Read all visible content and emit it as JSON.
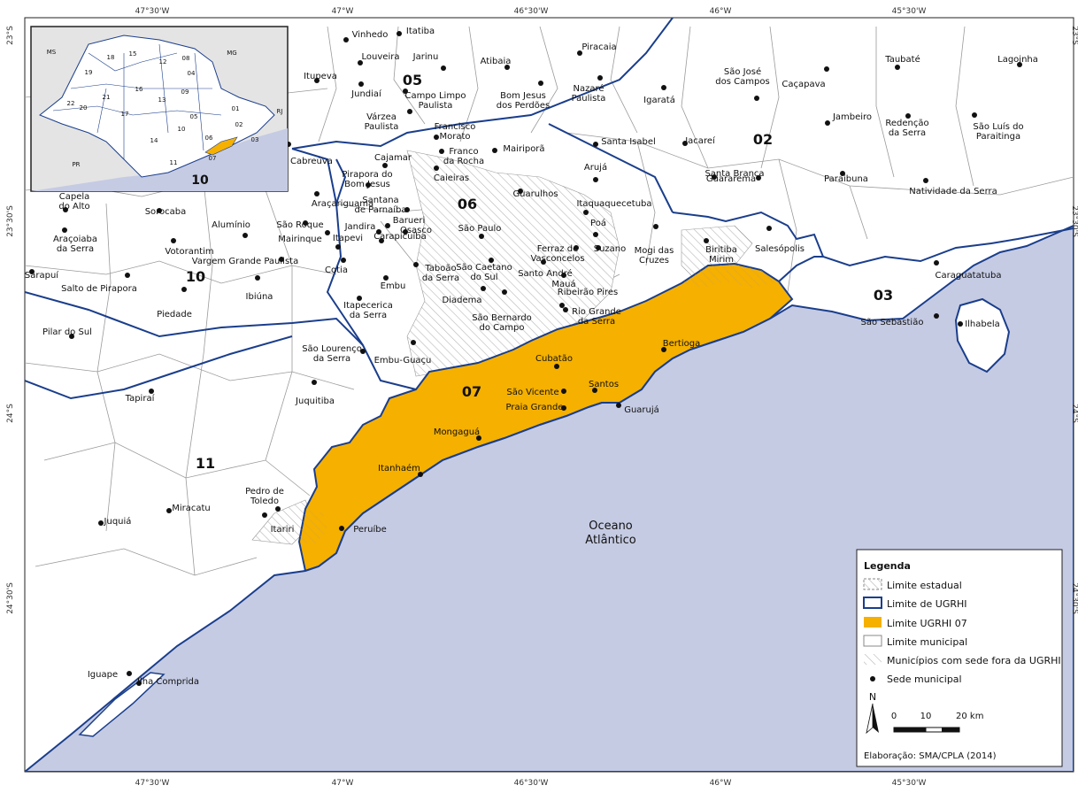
{
  "colors": {
    "ocean": "#c5cbe3",
    "ugrhi07": "#f5b000",
    "ugrhi_border": "#1a3e8c",
    "municipal": "#8a8a8a",
    "land": "#ffffff"
  },
  "graticule": {
    "top": [
      "47°30'W",
      "47°W",
      "46°30'W",
      "46°W",
      "45°30'W"
    ],
    "bottom": [
      "47°30'W",
      "47°W",
      "46°30'W",
      "46°W",
      "45°30'W"
    ],
    "left": [
      "23°S",
      "23°30'S",
      "24°S",
      "24°30'S"
    ],
    "right": [
      "23°S",
      "23°30'S",
      "24°S",
      "24°30'S"
    ]
  },
  "ugrhi_labels": [
    {
      "id": "05",
      "label": "05"
    },
    {
      "id": "06",
      "label": "06"
    },
    {
      "id": "02",
      "label": "02"
    },
    {
      "id": "10",
      "label": "10"
    },
    {
      "id": "03",
      "label": "03"
    },
    {
      "id": "07",
      "label": "07"
    },
    {
      "id": "11",
      "label": "11"
    }
  ],
  "ocean_label": [
    "Oceano",
    "Atlântico"
  ],
  "cities": [
    {
      "n": "Vinhedo"
    },
    {
      "n": "Itatiba"
    },
    {
      "n": "Louveira"
    },
    {
      "n": "Jarinu"
    },
    {
      "n": "Piracaia"
    },
    {
      "n": "Atibaia"
    },
    {
      "n": "Itupeva"
    },
    {
      "n": "Jundiaí"
    },
    {
      "n": "Campo Limpo|Paulista"
    },
    {
      "n": "Bom Jesus|dos Perdões"
    },
    {
      "n": "Nazaré|Paulista"
    },
    {
      "n": "Igaratá"
    },
    {
      "n": "São José|dos Campos"
    },
    {
      "n": "Caçapava"
    },
    {
      "n": "Taubaté"
    },
    {
      "n": "Lagoinha"
    },
    {
      "n": "Várzea|Paulista"
    },
    {
      "n": "Francisco|Morato"
    },
    {
      "n": "Franco|da Rocha"
    },
    {
      "n": "Mairiporã"
    },
    {
      "n": "Santa Isabel"
    },
    {
      "n": "Jacareí"
    },
    {
      "n": "Jambeiro"
    },
    {
      "n": "Redenção|da Serra"
    },
    {
      "n": "São Luís do|Paraitinga"
    },
    {
      "n": "Cabreúva"
    },
    {
      "n": "Cajamar"
    },
    {
      "n": "Caieiras"
    },
    {
      "n": "Pirapora do|Bom Jesus"
    },
    {
      "n": "Arujá"
    },
    {
      "n": "Santa Branca"
    },
    {
      "n": "Guararema"
    },
    {
      "n": "Paraibuna"
    },
    {
      "n": "Natividade da Serra"
    },
    {
      "n": "Guarulhos"
    },
    {
      "n": "Capela|do Alto"
    },
    {
      "n": "Araçariguama"
    },
    {
      "n": "Santana|de Parnaíba"
    },
    {
      "n": "Itaquaquecetuba"
    },
    {
      "n": "Sorocaba"
    },
    {
      "n": "Alumínio"
    },
    {
      "n": "São Roque"
    },
    {
      "n": "Barueri"
    },
    {
      "n": "Jandira"
    },
    {
      "n": "Osasco"
    },
    {
      "n": "São Paulo"
    },
    {
      "n": "Poá"
    },
    {
      "n": "Ferraz de|Vasconcelos"
    },
    {
      "n": "Suzano"
    },
    {
      "n": "Mogi das|Cruzes"
    },
    {
      "n": "Biritiba|Mirim"
    },
    {
      "n": "Salesópolis"
    },
    {
      "n": "Araçoiaba|da Serra"
    },
    {
      "n": "Mairinque"
    },
    {
      "n": "Itapevi"
    },
    {
      "n": "Carapicuíba"
    },
    {
      "n": "Votorantim"
    },
    {
      "n": "Cotia"
    },
    {
      "n": "Vargem Grande Paulista"
    },
    {
      "n": "Taboão|da Serra"
    },
    {
      "n": "São Caetano|do Sul"
    },
    {
      "n": "Santo André"
    },
    {
      "n": "Mauá"
    },
    {
      "n": "Caraguatatuba"
    },
    {
      "n": "Sarapuí"
    },
    {
      "n": "Salto de Pirapora"
    },
    {
      "n": "Ibiúna"
    },
    {
      "n": "Embu"
    },
    {
      "n": "Diadema"
    },
    {
      "n": "Ribeirão Pires"
    },
    {
      "n": "Itapecerica|da Serra"
    },
    {
      "n": "Piedade"
    },
    {
      "n": "São Bernardo|do Campo"
    },
    {
      "n": "Rio Grande|da Serra"
    },
    {
      "n": "São Sebastião"
    },
    {
      "n": "Ilhabela"
    },
    {
      "n": "Pilar do Sul"
    },
    {
      "n": "Bertioga"
    },
    {
      "n": "São Lourenço|da Serra"
    },
    {
      "n": "Embu-Guaçu"
    },
    {
      "n": "Cubatão"
    },
    {
      "n": "São Vicente"
    },
    {
      "n": "Santos"
    },
    {
      "n": "Tapiraí"
    },
    {
      "n": "Juquitiba"
    },
    {
      "n": "Praia Grande"
    },
    {
      "n": "Guarujá"
    },
    {
      "n": "Mongaguá"
    },
    {
      "n": "Itanhaém"
    },
    {
      "n": "Pedro de|Toledo"
    },
    {
      "n": "Miracatu"
    },
    {
      "n": "Juquiá"
    },
    {
      "n": "Itariri"
    },
    {
      "n": "Peruíbe"
    },
    {
      "n": "Iguape"
    },
    {
      "n": "Ilha Comprida"
    }
  ],
  "inset": {
    "labels": [
      "MS",
      "MG",
      "RJ",
      "PR",
      "18",
      "15",
      "12",
      "08",
      "04",
      "19",
      "16",
      "09",
      "20",
      "21",
      "13",
      "01",
      "22",
      "17",
      "05",
      "02",
      "10",
      "06",
      "03",
      "14",
      "11",
      "07"
    ],
    "big_label": "10"
  },
  "legend": {
    "title": "Legenda",
    "items": [
      {
        "label": "Limite estadual"
      },
      {
        "label": "Limite de UGRHI"
      },
      {
        "label": "Limite UGRHI 07"
      },
      {
        "label": "Limite municipal"
      },
      {
        "label": "Municípios com sede fora da UGRHI"
      },
      {
        "label": "Sede municipal"
      }
    ],
    "north": "N",
    "scale": [
      "0",
      "10",
      "20  km"
    ],
    "credit": "Elaboração: SMA/CPLA (2014)"
  }
}
